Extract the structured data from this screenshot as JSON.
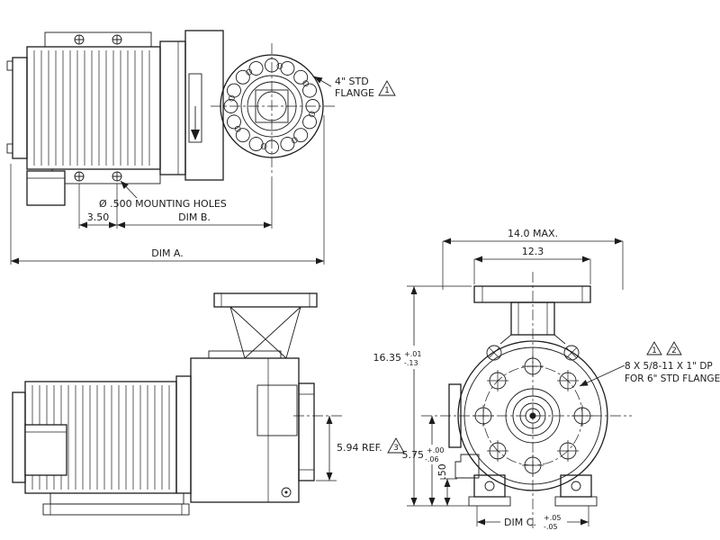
{
  "colors": {
    "ink": "#1c1c1c",
    "paper": "#ffffff"
  },
  "labels": {
    "flange_note_1": "4\" STD",
    "flange_note_2": "FLANGE",
    "mounting_holes": "Ø .500 MOUNTING HOLES",
    "dim_350": "3.50",
    "dim_b": "DIM B.",
    "dim_a": "DIM A.",
    "dim_14": "14.0 MAX.",
    "dim_123": "12.3",
    "dim_1635": "16.35",
    "tol_1635_plus": "+.01",
    "tol_1635_minus": "-.13",
    "dim_594": "5.94 REF.",
    "dim_575": "5.75",
    "tol_575_plus": "+.00",
    "tol_575_minus": "-.06",
    "dim_050": ".50",
    "dim_c": "DIM C.",
    "tol_c_plus": "+.05",
    "tol_c_minus": "-.05",
    "bolt_note_1": "8 X 5/8-11 X 1\" DP",
    "bolt_note_2": "FOR 6\" STD FLANGE",
    "callout_1": "1",
    "callout_2": "2",
    "callout_3": "3"
  }
}
